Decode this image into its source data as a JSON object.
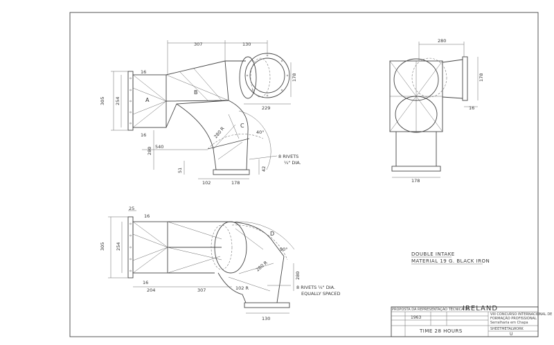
{
  "views": {
    "elevation": {
      "labels": [
        "A",
        "B",
        "C"
      ],
      "dims": [
        "307",
        "130",
        "16",
        "305",
        "254",
        "16",
        "229",
        "40°",
        "540",
        "280",
        "280 R",
        "51",
        "102",
        "178",
        "42",
        "178"
      ],
      "rivet_note": [
        "8 RIVETS",
        "¼\" DIA."
      ]
    },
    "side": {
      "dims": [
        "280",
        "178",
        "16",
        "178"
      ]
    },
    "plan": {
      "labels": [
        "D"
      ],
      "dims": [
        "25",
        "16",
        "305",
        "254",
        "16",
        "204",
        "307",
        "90°",
        "280 R",
        "102 R",
        "280",
        "130"
      ],
      "rivet_note": [
        "8 RIVETS ¼\" DIA.",
        "EQUALLY SPACED"
      ]
    }
  },
  "title_note": [
    "DOUBLE INTAKE",
    "MATERIAL 19 G. BLACK IRON"
  ],
  "title_block": {
    "proposal": "PROPOSTA DA REPRESENTAÇÃO TÉCNICA DE",
    "country": "IRELAND",
    "contest_line1": "VIII CONCURSO INTERNACIONAL DE",
    "contest_line2": "FORMAÇÃO PROFISSIONAL",
    "contest_line3": "Serralharia em Chapa",
    "year": "1963",
    "time": "TIME 28 HOURS",
    "trade": "SHEETMETALWORK",
    "sheet": "U"
  }
}
